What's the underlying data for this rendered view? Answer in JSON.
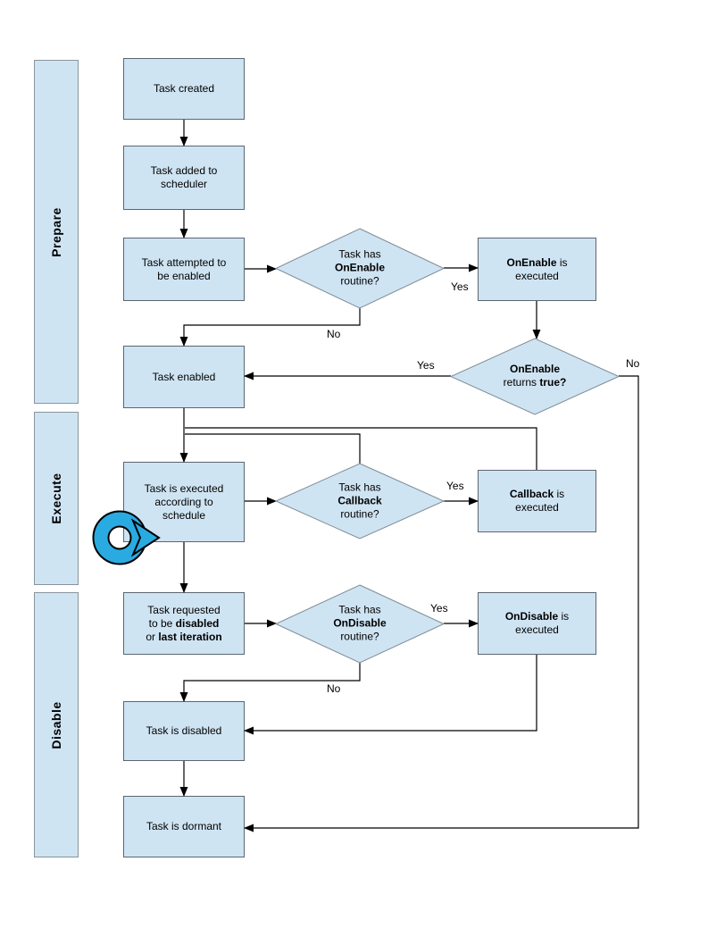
{
  "lanes": [
    {
      "label": "Prepare"
    },
    {
      "label": "Execute"
    },
    {
      "label": "Disable"
    }
  ],
  "nodes": {
    "task_created": {
      "text": "Task created"
    },
    "task_added": {
      "text": "Task added to scheduler"
    },
    "task_attempted": {
      "text": "Task attempted to be enabled"
    },
    "onenable_exec": {
      "bold": "OnEnable",
      "rest": " is executed"
    },
    "task_enabled": {
      "text": "Task enabled"
    },
    "task_executed": {
      "text": "Task is executed according to schedule"
    },
    "callback_exec": {
      "bold": "Callback",
      "rest": " is executed"
    },
    "task_requested": {
      "pre": "Task requested to be ",
      "bold1": "disabled",
      "mid": " or ",
      "bold2": "last iteration"
    },
    "ondisable_exec": {
      "bold": "OnDisable",
      "rest": " is executed"
    },
    "task_disabled": {
      "text": "Task is disabled"
    },
    "task_dormant": {
      "text": "Task is dormant"
    }
  },
  "decisions": {
    "has_onenable": {
      "pre": "Task has ",
      "bold": "OnEnable",
      "post": " routine?"
    },
    "onenable_true": {
      "bold1": "OnEnable",
      "mid": " returns ",
      "bold2": "true?"
    },
    "has_callback": {
      "pre": "Task has ",
      "bold": "Callback",
      "post": " routine?"
    },
    "has_ondisable": {
      "pre": "Task has ",
      "bold": "OnDisable",
      "post": " routine?"
    }
  },
  "edge_labels": {
    "onenable_yes": "Yes",
    "onenable_no": "No",
    "onenable_true_yes": "Yes",
    "onenable_true_no": "No",
    "callback_yes": "Yes",
    "ondisable_yes": "Yes",
    "ondisable_no": "No"
  },
  "icons": {
    "loop": "loop-circular-arrow"
  },
  "colors": {
    "shape_fill": "#CFE4F3",
    "shape_border": "#5B6670",
    "diamond_border": "#7E8C96",
    "connector": "#000000",
    "loop_icon": "#29ABE2",
    "text": "#000000",
    "background": "#FFFFFF"
  }
}
